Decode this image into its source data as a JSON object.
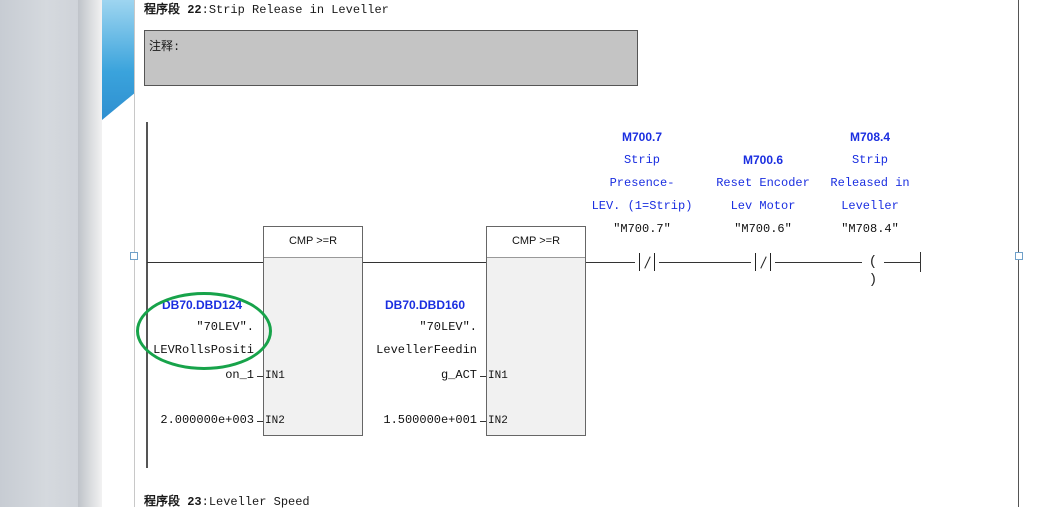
{
  "network22": {
    "label": "程序段 22",
    "sep": ":",
    "title": "Strip Release in Leveller"
  },
  "comment": {
    "label": "注释:"
  },
  "network23": {
    "label": "程序段 23",
    "sep": ":",
    "title": "Leveller Speed"
  },
  "cmp1": {
    "title": "CMP >=R",
    "in1_addr": "DB70.DBD124",
    "in1_line1": "\"70LEV\".",
    "in1_line2": "LEVRollsPositi",
    "in1_line3": "on_1",
    "in1_pin": "IN1",
    "in2_value": "2.000000e+003",
    "in2_pin": "IN2"
  },
  "cmp2": {
    "title": "CMP >=R",
    "in1_addr": "DB70.DBD160",
    "in1_line1": "\"70LEV\".",
    "in1_line2": "LevellerFeedin",
    "in1_line3": "g_ACT",
    "in1_pin": "IN1",
    "in2_value": "1.500000e+001",
    "in2_pin": "IN2"
  },
  "contact1": {
    "addr": "M700.7",
    "comment": [
      "Strip",
      "Presence-",
      "LEV. (1=Strip)"
    ],
    "symbol": "\"M700.7\""
  },
  "contact2": {
    "addr": "M700.6",
    "comment": [
      "Reset Encoder",
      "Lev Motor"
    ],
    "symbol": "\"M700.6\""
  },
  "coil": {
    "addr": "M708.4",
    "comment": [
      "Strip",
      "Released in",
      "Leveller"
    ],
    "symbol": "\"M708.4\"",
    "glyph": "( )"
  },
  "colors": {
    "address": "#1a2ee0",
    "highlight": "#17a34a",
    "accent": "#3aa3dc"
  }
}
